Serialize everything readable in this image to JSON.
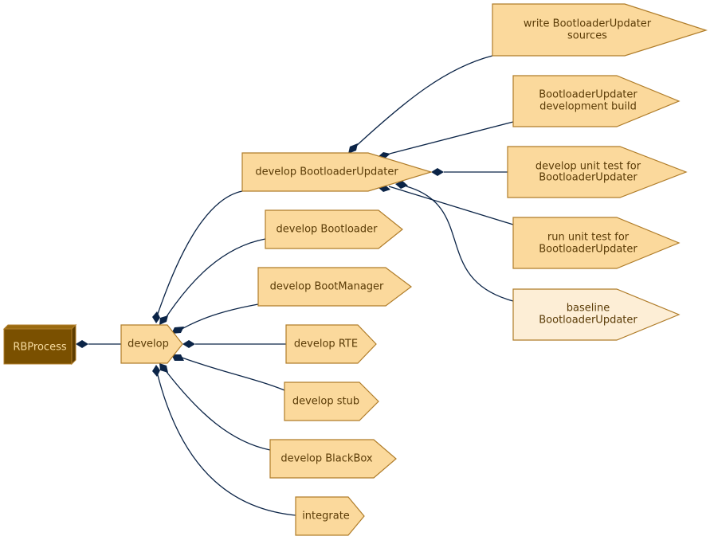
{
  "diagram": {
    "colors": {
      "edge": "#0b2447",
      "node_fill": "#fbd99c",
      "node_stroke": "#b07d2a",
      "light_fill": "#fdeed6",
      "root_fill": "#7a5000",
      "root_text": "#f7dca0",
      "node_text": "#5a3b06"
    },
    "root": {
      "label": "RBProcess"
    },
    "hub": {
      "label": "develop"
    },
    "children": [
      {
        "label": "develop BootloaderUpdater"
      },
      {
        "label": "develop Bootloader"
      },
      {
        "label": "develop BootManager"
      },
      {
        "label": "develop RTE"
      },
      {
        "label": "develop stub"
      },
      {
        "label": "develop BlackBox"
      },
      {
        "label": "integrate"
      }
    ],
    "bu_children": [
      {
        "line1": "write BootloaderUpdater",
        "line2": "sources"
      },
      {
        "line1": "BootloaderUpdater",
        "line2": "development build"
      },
      {
        "line1": "develop unit test for",
        "line2": "BootloaderUpdater"
      },
      {
        "line1": "run unit test for",
        "line2": "BootloaderUpdater"
      },
      {
        "line1": "baseline",
        "line2": "BootloaderUpdater"
      }
    ]
  }
}
